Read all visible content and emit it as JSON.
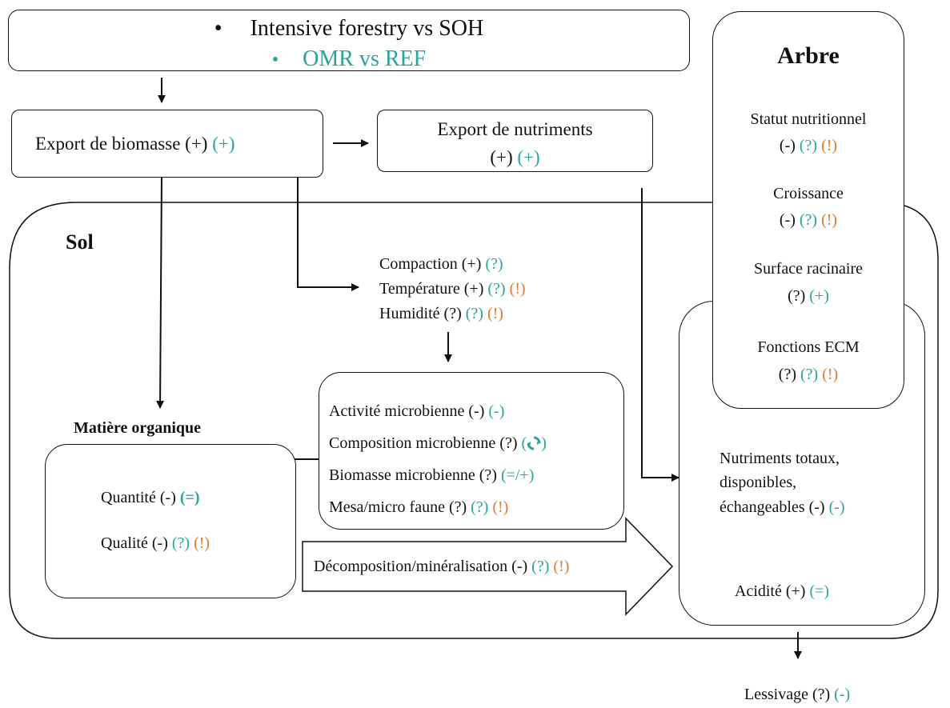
{
  "colors": {
    "teal": "#2aa39a",
    "orange": "#e07a2e",
    "ink": "#111111"
  },
  "header": {
    "bullet1": "Intensive forestry vs SOH",
    "bullet2": "OMR vs REF"
  },
  "export_biomasse": {
    "label": "Export de biomasse (+)",
    "s1": "(+)"
  },
  "export_nutriments": {
    "label": "Export de nutriments",
    "l2": "(+)",
    "s1": "(+)"
  },
  "arbre": {
    "title": "Arbre",
    "statut": {
      "label": "Statut nutritionnel",
      "a": "(-)",
      "b": "(?)",
      "c": "(!)"
    },
    "croissance": {
      "label": "Croissance",
      "a": "(-)",
      "b": "(?)",
      "c": "(!)"
    },
    "surface": {
      "label": "Surface racinaire",
      "a": "(?)",
      "b": "(+)"
    },
    "ecm": {
      "label": "Fonctions ECM",
      "a": "(?)",
      "b": "(?)",
      "c": "(!)"
    }
  },
  "sol": {
    "title": "Sol",
    "compaction": {
      "label": "Compaction (+)",
      "b": "(?)"
    },
    "temperature": {
      "label": "Température (+)",
      "b": "(?)",
      "c": "(!)"
    },
    "humidite": {
      "label": "Humidité (?)",
      "b": "(?)",
      "c": "(!)"
    },
    "microbes": {
      "activite": {
        "label": "Activité microbienne (-)",
        "b": "(-)"
      },
      "composition": {
        "label": "Composition microbienne (?)",
        "b_open": "(",
        "b_close": ")"
      },
      "biomasse": {
        "label": "Biomasse microbienne  (?)",
        "b": "(=/+)"
      },
      "faune": {
        "label": "Mesa/micro faune (?)",
        "b": "(?)",
        "c": "(!)"
      }
    },
    "matiere": {
      "title": "Matière organique",
      "quantite": {
        "label": "Quantité (-)",
        "b": "(=)"
      },
      "qualite": {
        "label": "Qualité (-)",
        "b": "(?)",
        "c": "(!)"
      }
    },
    "decomposition": {
      "label": "Décomposition/minéralisation (-)",
      "b": "(?)",
      "c": "(!)"
    },
    "nutriments": {
      "l1": "Nutriments totaux,",
      "l2": "disponibles,",
      "l3": "échangeables (-)",
      "b": "(-)"
    },
    "acidite": {
      "label": "Acidité (+)",
      "b": "(=)"
    }
  },
  "lessivage": {
    "label": "Lessivage (?)",
    "b": "(-)"
  },
  "icons": {
    "cycle": "recycle-arrows-icon"
  }
}
